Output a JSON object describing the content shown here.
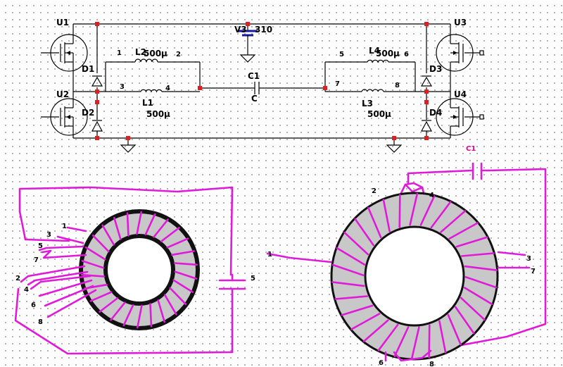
{
  "colors": {
    "wire": "#000000",
    "node": "#e02020",
    "winding": "#e01ad9",
    "core": "#c8c8c8",
    "core_outline": "#111111",
    "background": "#ffffff",
    "grid_dot": "#9a9a9a"
  },
  "schematic": {
    "transistors": [
      {
        "id": "U1",
        "label": "U1"
      },
      {
        "id": "U2",
        "label": "U2"
      },
      {
        "id": "U3",
        "label": "U3"
      },
      {
        "id": "U4",
        "label": "U4"
      }
    ],
    "diodes": [
      {
        "id": "D1",
        "label": "D1"
      },
      {
        "id": "D2",
        "label": "D2"
      },
      {
        "id": "D3",
        "label": "D3"
      },
      {
        "id": "D4",
        "label": "D4"
      }
    ],
    "inductors": [
      {
        "id": "L2",
        "label": "L2",
        "value": "500µ",
        "pin_a": "1",
        "pin_b": "2"
      },
      {
        "id": "L1",
        "label": "L1",
        "value": "500µ",
        "pin_a": "3",
        "pin_b": "4"
      },
      {
        "id": "L4",
        "label": "L4",
        "value": "500µ",
        "pin_a": "5",
        "pin_b": "6"
      },
      {
        "id": "L3",
        "label": "L3",
        "value": "500µ",
        "pin_a": "7",
        "pin_b": "8"
      }
    ],
    "capacitor": {
      "label": "C1",
      "value": "C"
    },
    "source": {
      "label": "V3",
      "value": "310"
    }
  },
  "toroid_left": {
    "pins": [
      "1",
      "3",
      "5",
      "7",
      "2",
      "4",
      "6",
      "8"
    ],
    "cap_label": "5"
  },
  "toroid_right": {
    "pins": [
      "2",
      "4",
      "1",
      "3",
      "7",
      "6",
      "8"
    ],
    "cap_label": "C1"
  }
}
